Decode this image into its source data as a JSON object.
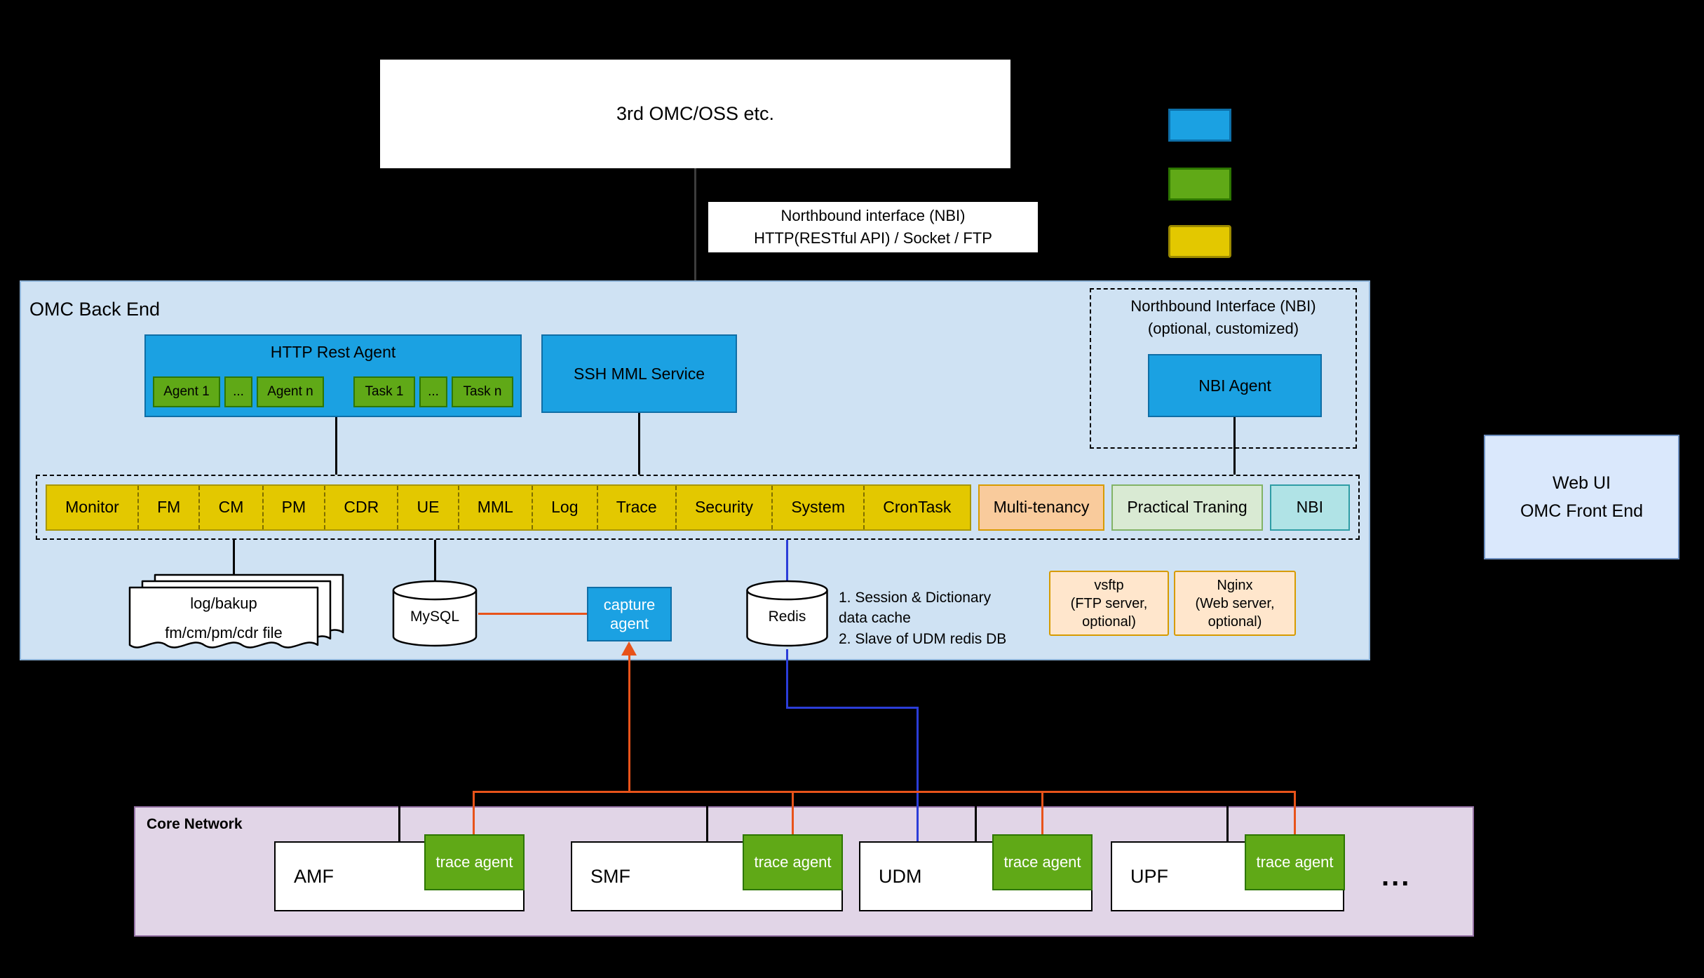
{
  "colors": {
    "canvas_bg": "#000000",
    "blue_box": "#1ba1e2",
    "green_box": "#60a917",
    "yellow_box": "#e3c800",
    "multi_tenancy_bg": "#f9cb9c",
    "practical_bg": "#d9ead3",
    "nbi_cell_bg": "#b0e3e6",
    "backend_bg": "#cfe2f3",
    "core_network_bg": "#e1d5e7",
    "frontend_bg": "#dae8fc",
    "orange_line": "#e8531a",
    "blue_line": "#2b3dd8"
  },
  "top": {
    "external_system": "3rd OMC/OSS etc.",
    "nbi_interface_label": "Northbound interface (NBI)\nHTTP(RESTful API) / Socket / FTP"
  },
  "legend": {
    "swatches": [
      {
        "name": "blue",
        "color": "#1ba1e2"
      },
      {
        "name": "green",
        "color": "#60a917"
      },
      {
        "name": "yellow",
        "color": "#e3c800"
      }
    ]
  },
  "backend": {
    "title": "OMC Back End",
    "http_rest_agent": {
      "title": "HTTP Rest Agent",
      "chips": [
        "Agent 1",
        "...",
        "Agent n",
        "Task 1",
        "...",
        "Task n"
      ]
    },
    "ssh_mml_service": "SSH MML Service",
    "nbi": {
      "title": "Northbound Interface (NBI)\n(optional, customized)",
      "agent": "NBI Agent"
    },
    "modules": [
      "Monitor",
      "FM",
      "CM",
      "PM",
      "CDR",
      "UE",
      "MML",
      "Log",
      "Trace",
      "Security",
      "System",
      "CronTask"
    ],
    "special_modules": [
      "Multi-tenancy",
      "Practical Traning",
      "NBI"
    ],
    "files_label": "log/bakup\nfm/cm/pm/cdr file",
    "mysql": "MySQL",
    "capture_agent": "capture agent",
    "redis": "Redis",
    "redis_notes": "1. Session & Dictionary\ndata cache\n2. Slave of UDM redis DB",
    "vsftp": "vsftp\n(FTP server,\noptional)",
    "nginx": "Nginx\n(Web server,\noptional)"
  },
  "frontend": {
    "label": "Web UI\nOMC Front End"
  },
  "core_network": {
    "title": "Core Network",
    "functions": [
      {
        "name": "AMF"
      },
      {
        "name": "SMF"
      },
      {
        "name": "UDM"
      },
      {
        "name": "UPF"
      }
    ],
    "trace_agent": "trace agent",
    "ellipsis": "..."
  }
}
